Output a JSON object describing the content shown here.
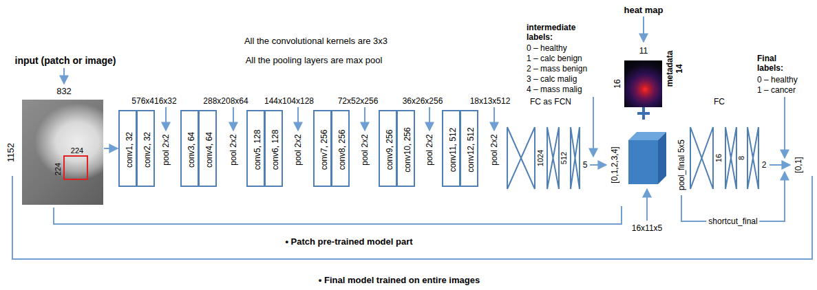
{
  "diagram": {
    "nodes": [
      {
        "text": [
          "input (patch or image)"
        ]
      },
      {
        "text": [
          "224",
          "224"
        ],
        "in": 0
      },
      {
        "text": [
          "conv1, 32"
        ]
      },
      {
        "text": [
          "conv2, 32"
        ]
      },
      {
        "text": [
          "conv3, 64"
        ]
      },
      {
        "text": [
          "conv4, 64"
        ]
      },
      {
        "text": [
          "conv5, 128"
        ]
      },
      {
        "text": [
          "conv6, 128"
        ]
      },
      {
        "text": [
          "conv7, 256"
        ]
      },
      {
        "text": [
          "conv8, 256"
        ]
      },
      {
        "text": [
          "conv9, 256"
        ]
      },
      {
        "text": [
          "conv10, 256"
        ]
      },
      {
        "text": [
          "conv11, 512"
        ]
      },
      {
        "text": [
          "conv12, 512"
        ]
      },
      {
        "text": [
          "heat map"
        ]
      },
      {
        "text": [
          "16x11x5"
        ]
      }
    ],
    "edges": [
      {
        "from": 0,
        "to": 2,
        "arrow": "to"
      }
    ],
    "labels": [
      "All the convolutional kernels are 3x3",
      "All the pooling layers are max pool",
      "832",
      "1152",
      "576x416x32",
      "pool 2x2",
      "288x208x64",
      "pool 2x2",
      "144x104x128",
      "pool 2x2",
      "72x52x256",
      "pool 2x2",
      "36x26x256",
      "pool 2x2",
      "18x13x512",
      "pool 2x2",
      "FC as FCN",
      "1024",
      "512",
      "5",
      "intermediate labels:",
      "0 – healthy",
      "1 – calc benign",
      "2 – mass benign",
      "3 – calc malig",
      "4 – mass malig",
      "[0,1,2,3,4]",
      "11",
      "16",
      "metadata 14",
      "pool_final 5x5",
      "FC",
      "16",
      "8",
      "2",
      "Final labels:",
      "0 – healthy",
      "1 – cancer",
      "[0,1]",
      "shortcut_final",
      "• Patch pre-trained model part",
      "• Final model trained on entire images"
    ]
  }
}
